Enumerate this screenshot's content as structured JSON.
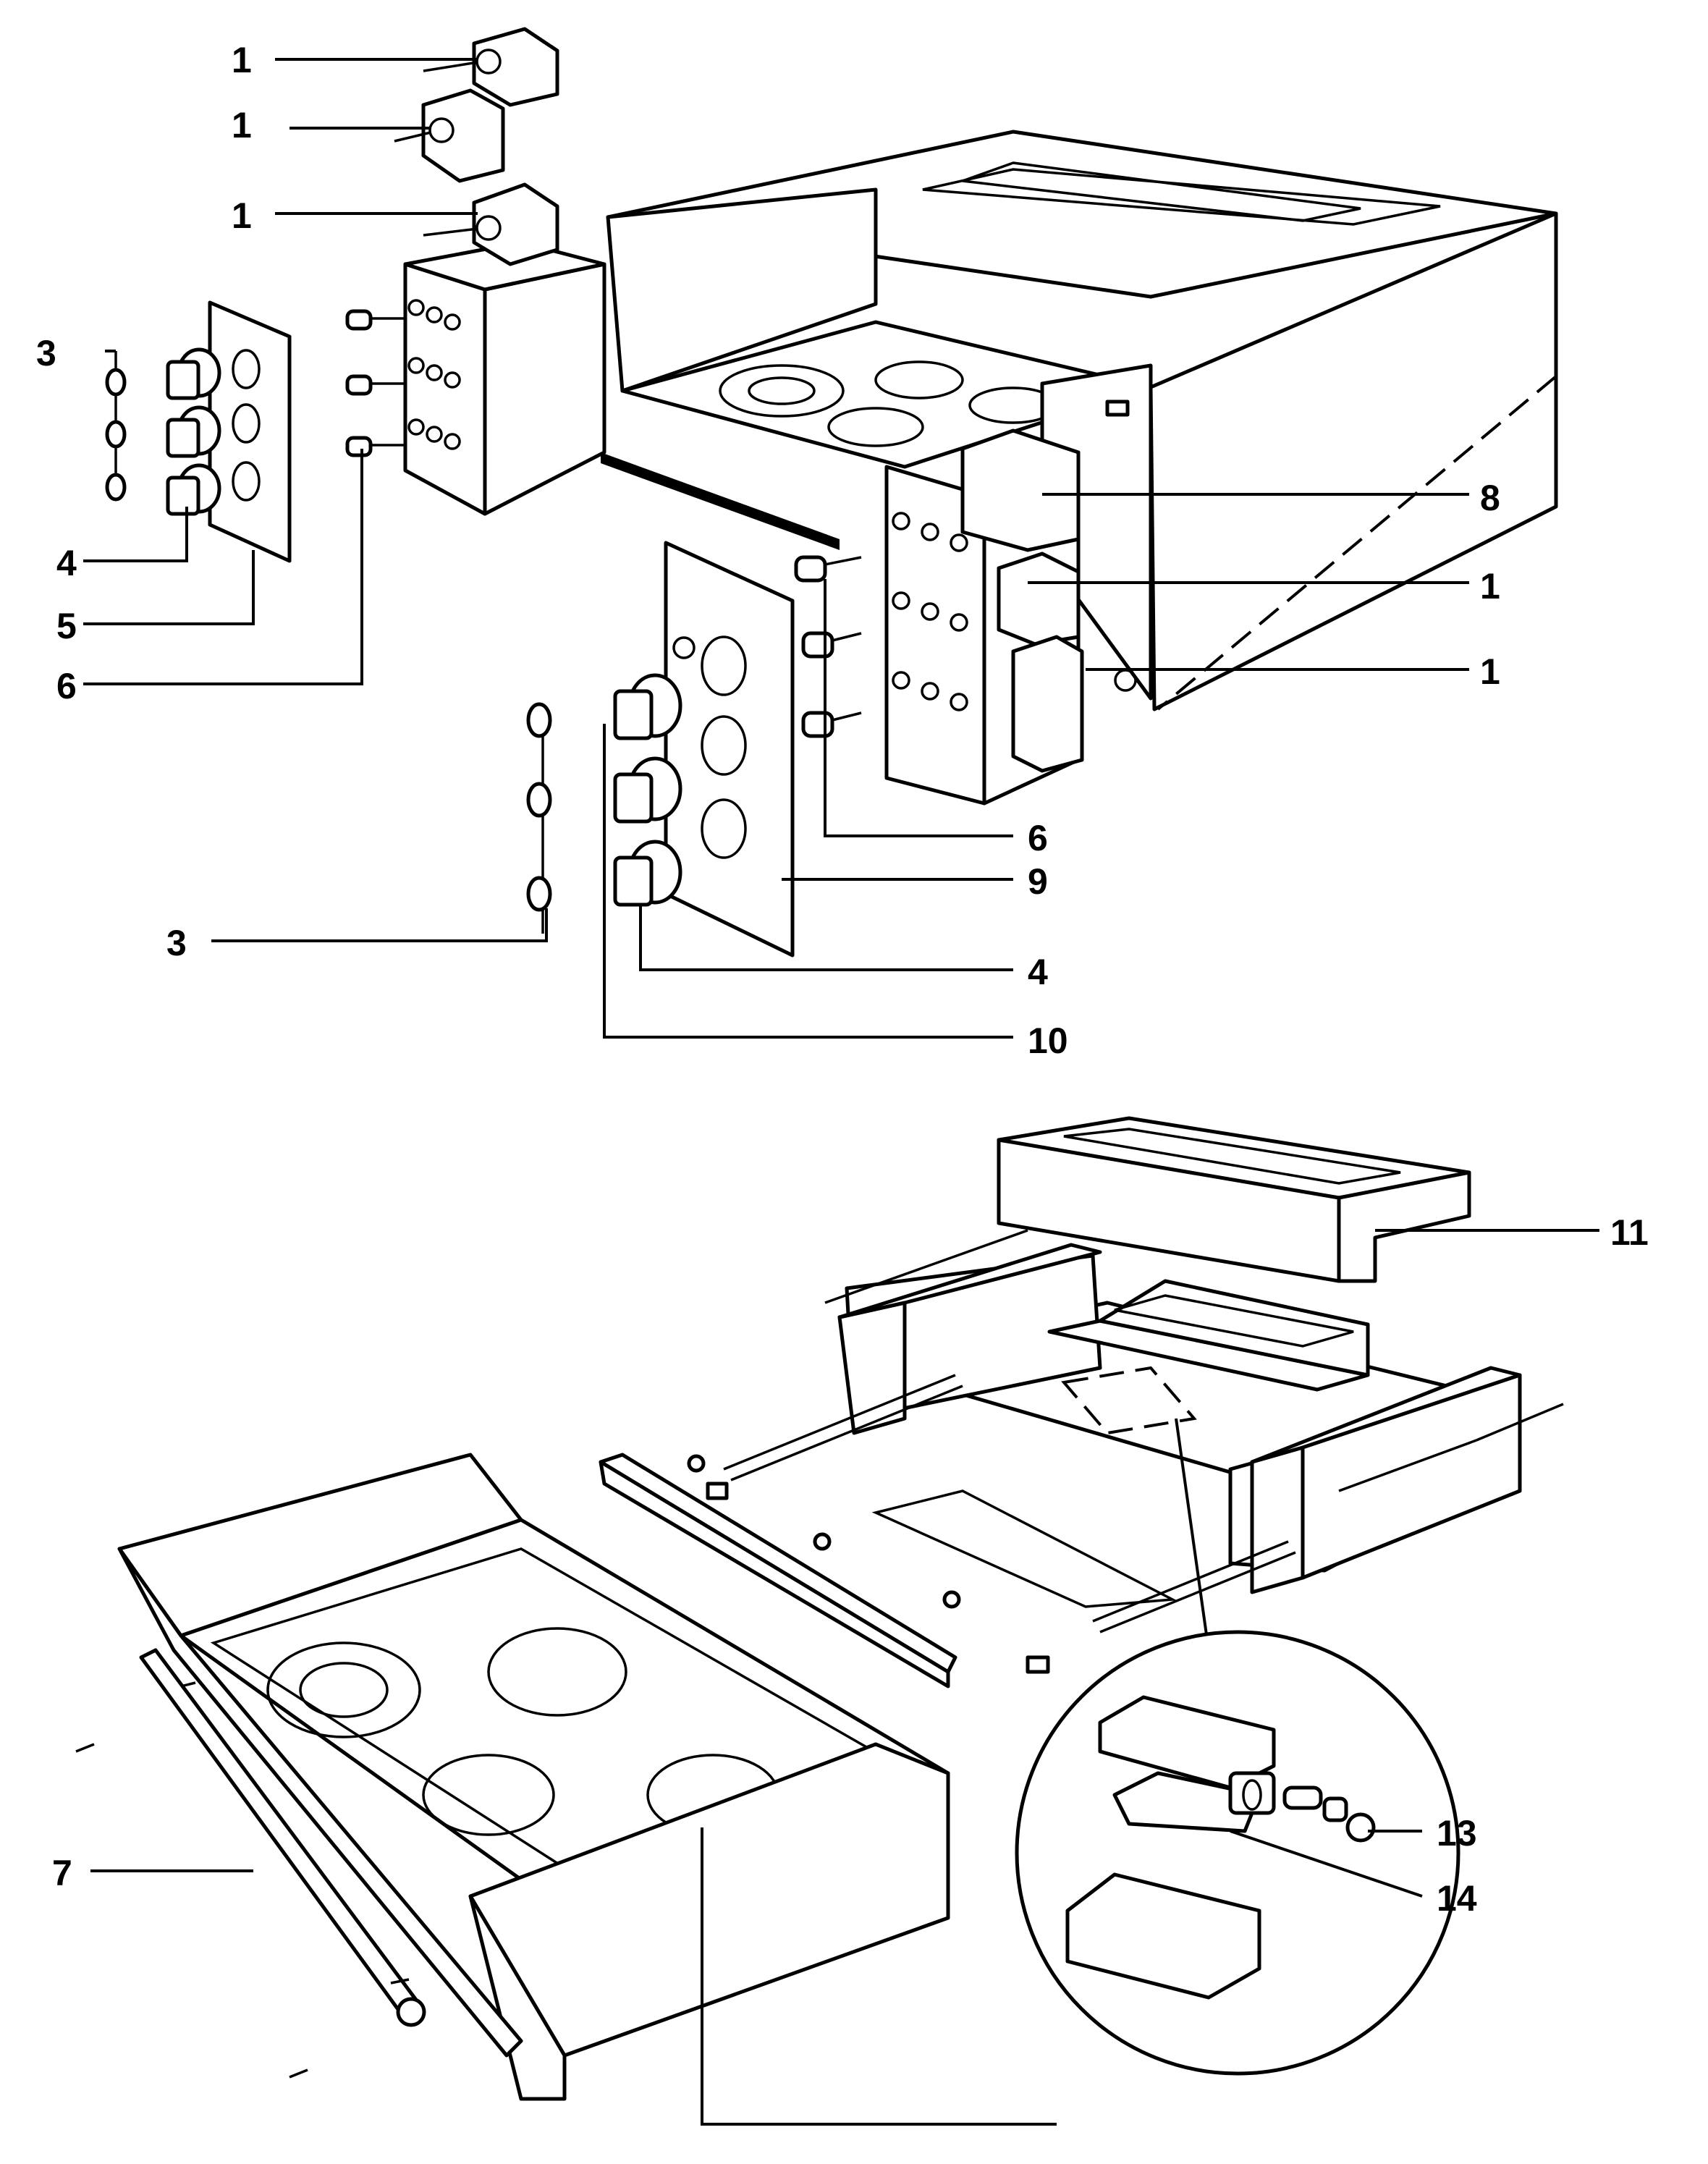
{
  "labels": [
    "1",
    "3",
    "4",
    "5",
    "6",
    "7",
    "8",
    "9",
    "10",
    "11",
    "13",
    "14"
  ],
  "colors": {
    "ink": "#000000",
    "paper": "#ffffff"
  }
}
